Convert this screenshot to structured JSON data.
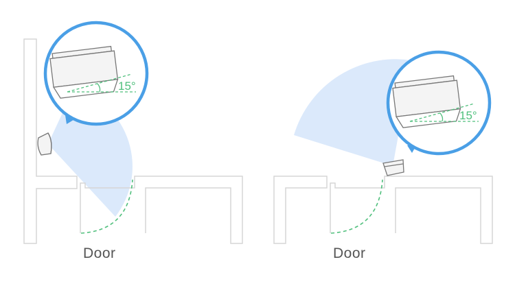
{
  "scenes": [
    {
      "caption": "Door",
      "angle": "15°"
    },
    {
      "caption": "Door",
      "angle": "15°"
    }
  ],
  "colors": {
    "outline": "#d6d6d6",
    "field_of_view": "#dbe9fb",
    "magnifier_ring": "#4a9fe6",
    "door_swing": "#4fbf7c",
    "angle": "#4fbf7c",
    "caption_text": "#555555",
    "sensor_body": "#f4f4f4",
    "sensor_edge": "#777777"
  }
}
